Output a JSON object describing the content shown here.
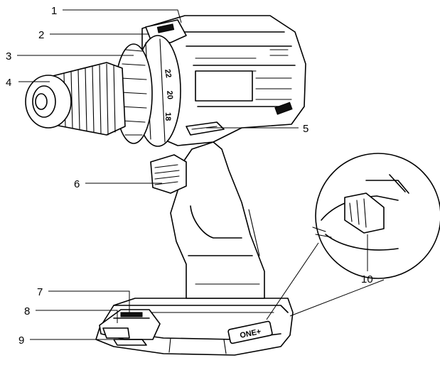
{
  "callouts": [
    {
      "id": "1",
      "label": "1"
    },
    {
      "id": "2",
      "label": "2"
    },
    {
      "id": "3",
      "label": "3"
    },
    {
      "id": "4",
      "label": "4"
    },
    {
      "id": "5",
      "label": "5"
    },
    {
      "id": "6",
      "label": "6"
    },
    {
      "id": "7",
      "label": "7"
    },
    {
      "id": "8",
      "label": "8"
    },
    {
      "id": "9",
      "label": "9"
    },
    {
      "id": "10",
      "label": "10"
    }
  ],
  "dial_marks": [
    "22",
    "20",
    "18"
  ],
  "brand_mark": "ONE+"
}
